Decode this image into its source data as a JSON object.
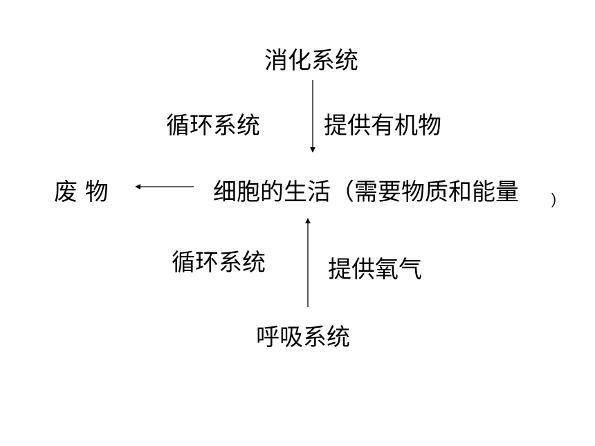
{
  "nodes": {
    "digestive": "消化系统",
    "waste": "废  物",
    "cell_life": "细胞的生活（需要物质和能量",
    "cell_life_close": "）",
    "respiratory": "呼吸系统"
  },
  "edges": {
    "top_left": "循环系统",
    "top_right": "提供有机物",
    "bottom_left": "循环系统",
    "bottom_right": "提供氧气"
  }
}
